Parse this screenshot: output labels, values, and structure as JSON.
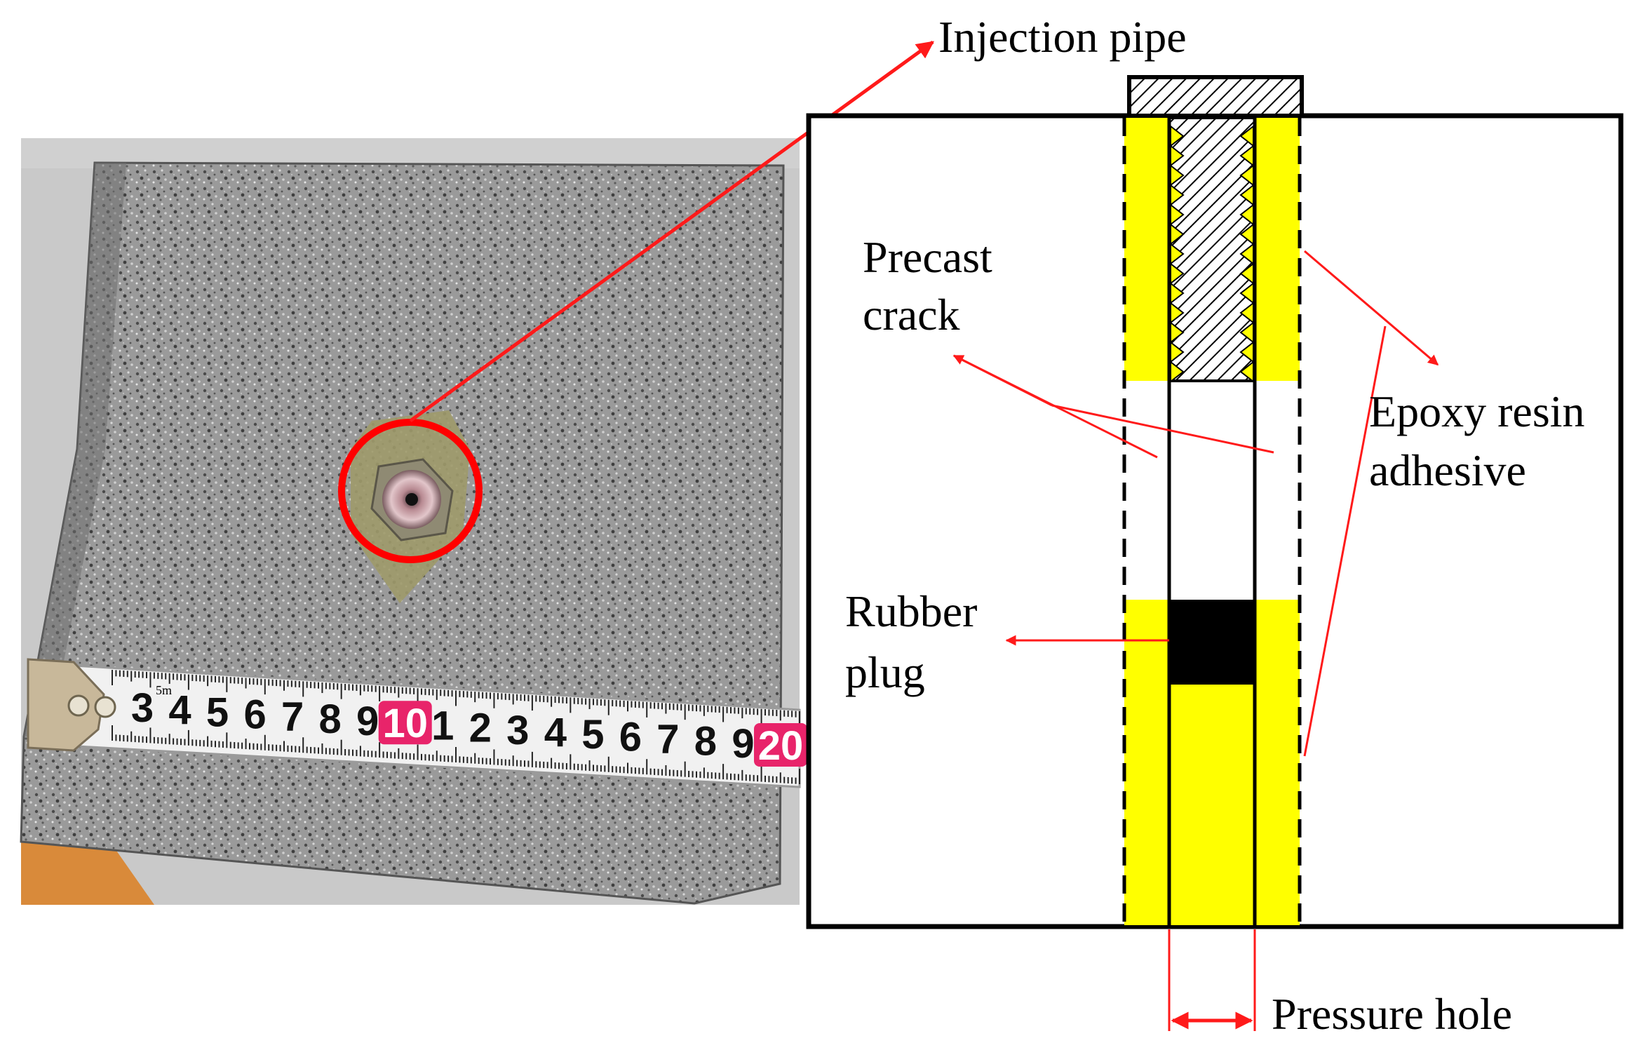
{
  "colors": {
    "arrow": "#ff1a1a",
    "resin": "#ffff00",
    "plug": "#000000",
    "frame": "#000000",
    "rock": "#8a8a8a",
    "tape": "#f1f1f1",
    "tape_mark": "#e8246a"
  },
  "labels": {
    "injection_pipe": "Injection pipe",
    "precast_crack_1": "Precast",
    "precast_crack_2": "crack",
    "epoxy_1": "Epoxy resin",
    "epoxy_2": "adhesive",
    "rubber_1": "Rubber",
    "rubber_2": "plug",
    "pressure_hole": "Pressure hole"
  },
  "photo": {
    "tape_numbers": [
      "3",
      "4",
      "5",
      "6",
      "7",
      "8",
      "9",
      "10",
      "1",
      "2",
      "3",
      "4",
      "5",
      "6",
      "7",
      "8",
      "9",
      "20"
    ],
    "tape_highlighted": [
      "10",
      "20"
    ],
    "tape_small_label": "5m"
  },
  "icons": {
    "circle_marker": "red-circle-icon",
    "arrowhead": "arrowhead-icon"
  }
}
